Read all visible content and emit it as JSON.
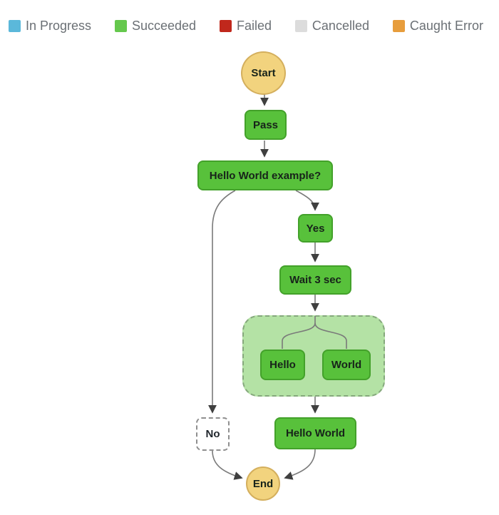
{
  "legend": {
    "items": [
      {
        "label": "In Progress",
        "color": "#5bb8da"
      },
      {
        "label": "Succeeded",
        "color": "#65c84d"
      },
      {
        "label": "Failed",
        "color": "#c0281c"
      },
      {
        "label": "Cancelled",
        "color": "#dcdcdc"
      },
      {
        "label": "Caught Error",
        "color": "#e79d3c"
      }
    ]
  },
  "diagram": {
    "nodes": {
      "start": "Start",
      "pass": "Pass",
      "choice": "Hello World example?",
      "yes": "Yes",
      "wait": "Wait 3 sec",
      "hello": "Hello",
      "world": "World",
      "hello_world": "Hello World",
      "no": "No",
      "end": "End"
    },
    "colors": {
      "succeeded_fill": "#58c13b",
      "succeeded_border": "#43a12a",
      "parallel_fill": "#b4e2a5",
      "start_end_fill": "#f2d37e",
      "start_end_border": "#d4af5d",
      "edge": "#7a7a7a",
      "arrowhead": "#3f3f3f"
    }
  }
}
